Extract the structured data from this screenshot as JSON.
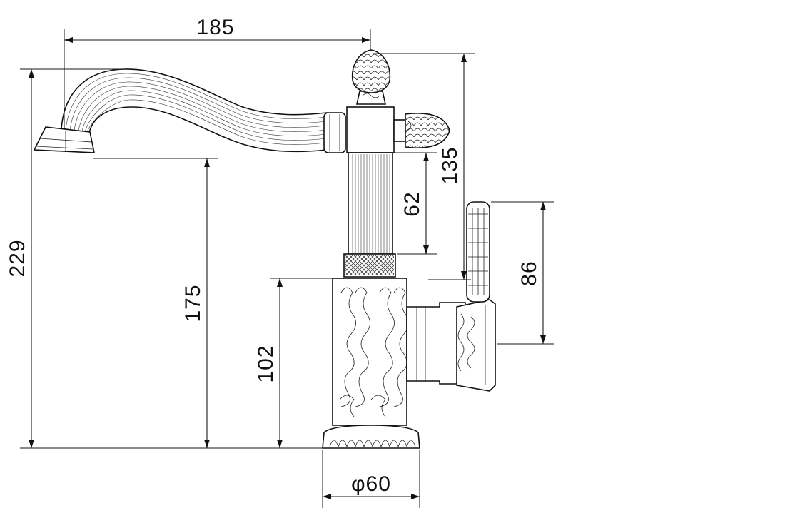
{
  "diagram": {
    "dimensions": {
      "spout_reach": "185",
      "total_height": "229",
      "spout_outlet_height": "175",
      "body_height": "102",
      "top_to_stem": "135",
      "stem_height": "62",
      "handle_length": "86",
      "base_diameter": "φ60"
    },
    "colors": {
      "line": "#111111",
      "background": "#ffffff"
    }
  }
}
